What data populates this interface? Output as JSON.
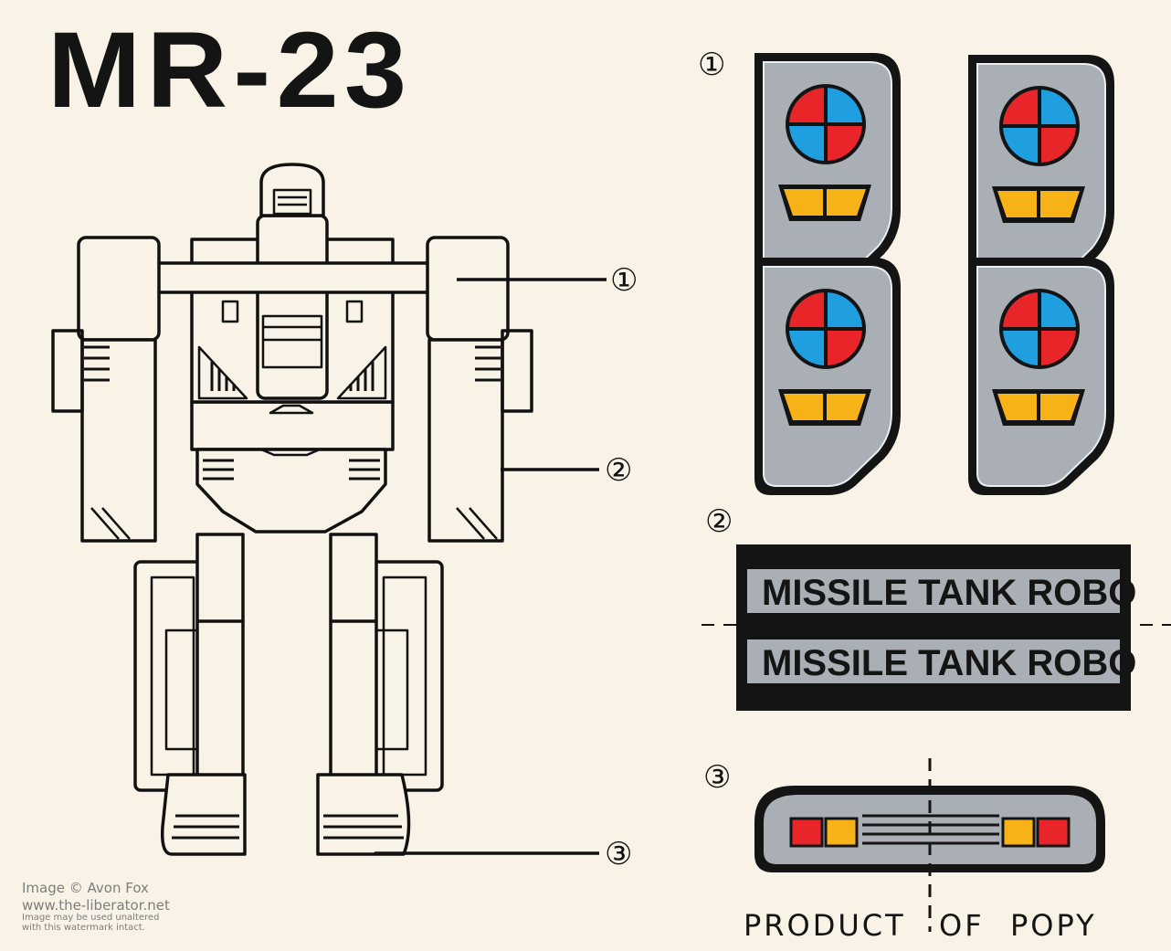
{
  "title": "MR-23",
  "callouts": [
    "①",
    "②",
    "③"
  ],
  "decal_labels": {
    "one": "①",
    "two": "②",
    "three": "③"
  },
  "decal_2_text": [
    "MISSILE TANK ROBO",
    "MISSILE TANK ROBO"
  ],
  "footer": {
    "product": "PRODUCT",
    "of": "OF",
    "popy": "POPY"
  },
  "watermark": {
    "line1": "Image © Avon Fox",
    "line2": "www.the-liberator.net",
    "line3": "Image may be used unaltered",
    "line4": "with this watermark intact."
  },
  "colors": {
    "background": "#f8f3e6",
    "ink": "#141414",
    "panel_grey": "#a9afb5",
    "red": "#e8262a",
    "blue": "#1f9fe0",
    "yellow": "#f7b218"
  }
}
